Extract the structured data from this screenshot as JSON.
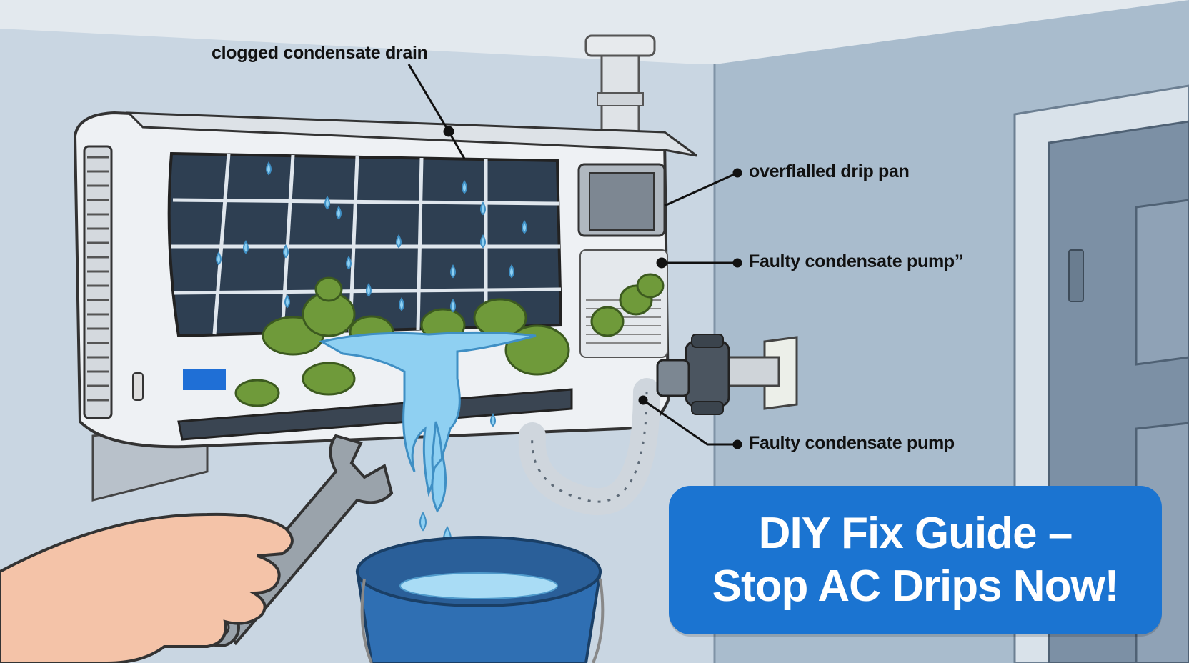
{
  "callouts": {
    "drain": "clogged condensate drain",
    "pan": "overflalled drip pan",
    "pump_upper": "Faulty condensate pump”",
    "pump_lower": "Faulty condensate pump"
  },
  "banner": {
    "line1": "DIY Fix Guide –",
    "line2": "Stop AC Drips Now!"
  },
  "colors": {
    "wall": "#c9d6e2",
    "wall_right": "#a9bccd",
    "ac_body": "#eef1f4",
    "coil": "#2e3f52",
    "mold": "#6f9a3a",
    "water": "#8fd0f2",
    "bucket": "#2f6fb3",
    "banner": "#1b74d1",
    "accent_blue": "#1f6fd6"
  }
}
